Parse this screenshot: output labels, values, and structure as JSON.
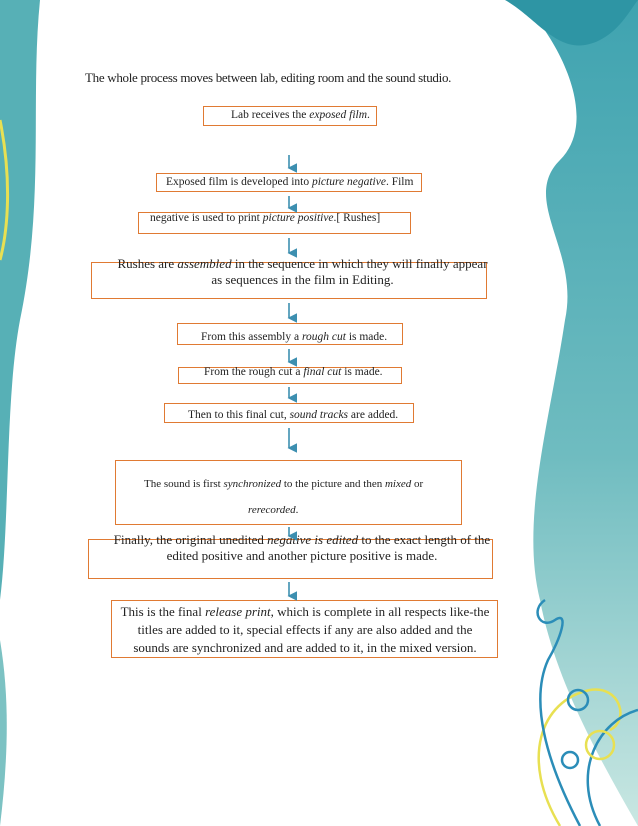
{
  "intro": "The whole process moves between lab, editing room and the sound studio.",
  "steps": {
    "s1": {
      "a": "Lab receives the ",
      "b": "exposed film",
      "c": "."
    },
    "s2": {
      "a": "Exposed film is developed into ",
      "b": "picture negative",
      "c": ". Film"
    },
    "s3": {
      "a": "negative is used to print ",
      "b": "picture positive",
      "c": ".[ Rushes]"
    },
    "s4": {
      "a": "Rushes are ",
      "b": "assembled",
      "c": " in the sequence in which they will finally appear",
      "d": "as sequences in the film in Editing."
    },
    "s5": {
      "a": "From this assembly a ",
      "b": "rough cut",
      "c": " is made."
    },
    "s6": {
      "a": "From the rough cut a ",
      "b": "final cut",
      "c": " is made."
    },
    "s7": {
      "a": "Then to this final cut, ",
      "b": "sound tracks",
      "c": " are added."
    },
    "s8": {
      "a": "The sound is first ",
      "b": "synchronized",
      "c": " to the picture and then ",
      "d": "mixed",
      "e": " or",
      "f": "rerecorded",
      "g": "."
    },
    "s9": {
      "a": "Finally, the original unedited ",
      "b": "negative is edited",
      "c": " to the exact length of the",
      "d": "edited positive and another picture positive is made."
    },
    "s10": {
      "a": "This is the final ",
      "b": "release print",
      "c": ", which is complete in all respects like-the",
      "d": "titles are added to it, special effects if any are also added and the",
      "e": "sounds are synchronized and are added to it, in the mixed version."
    }
  },
  "colors": {
    "box_border": "#e07a33",
    "arrow": "#3d8fb0",
    "teal": "#4aa7b3"
  }
}
